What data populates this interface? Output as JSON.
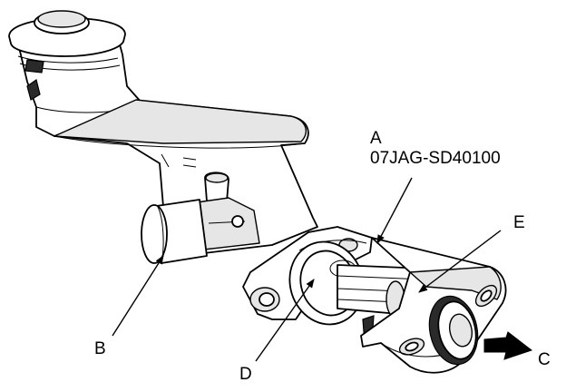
{
  "labels": {
    "a": "A",
    "a_part": "07JAG-SD40100",
    "b": "B",
    "c": "C",
    "d": "D",
    "e": "E"
  }
}
